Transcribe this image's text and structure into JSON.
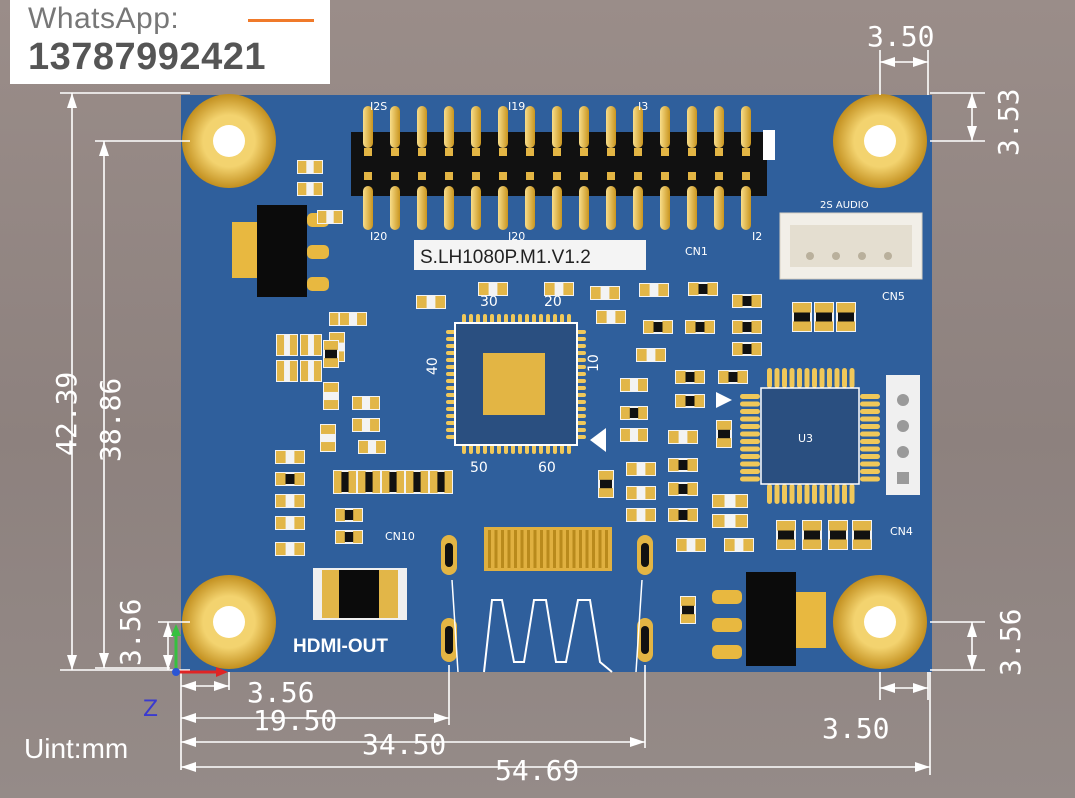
{
  "watermark": {
    "line1": "WhatsApp:",
    "line2": "13787992421"
  },
  "unit_label": "Uint:mm",
  "board": {
    "model": "S.LH1080P.M1.V1.2",
    "hdmi_label": "HDMI-OUT",
    "header_labels": {
      "top_a": "I2S",
      "top_b": "I19",
      "top_c": "I3",
      "bot_a": "I20",
      "bot_b": "I20",
      "cn1": "CN1",
      "bot_c": "I2"
    },
    "connector_labels": {
      "audio": "2S AUDIO",
      "cn5": "CN5",
      "cn4": "CN4",
      "cn10": "CN10",
      "u3": "U3"
    },
    "chip_pins": {
      "p30": "30",
      "p20": "20",
      "p40": "40",
      "p10": "10",
      "p50": "50",
      "p60": "60"
    }
  },
  "dimensions": {
    "top_right_w": "3.50",
    "top_right_h": "3.53",
    "left_outer": "42.39",
    "left_inner": "38.86",
    "left_small": "3.56",
    "bottom_small": "3.56",
    "bottom_19": "19.50",
    "bottom_34": "34.50",
    "bottom_total": "54.69",
    "right_small_h": "3.56",
    "right_small_w": "3.50"
  },
  "axes": {
    "z": "Z"
  },
  "colors": {
    "pcb": "#2f5f9c",
    "pad_gold": "#e0b34a",
    "silk": "#ffffff",
    "dim": "#ffffff"
  }
}
